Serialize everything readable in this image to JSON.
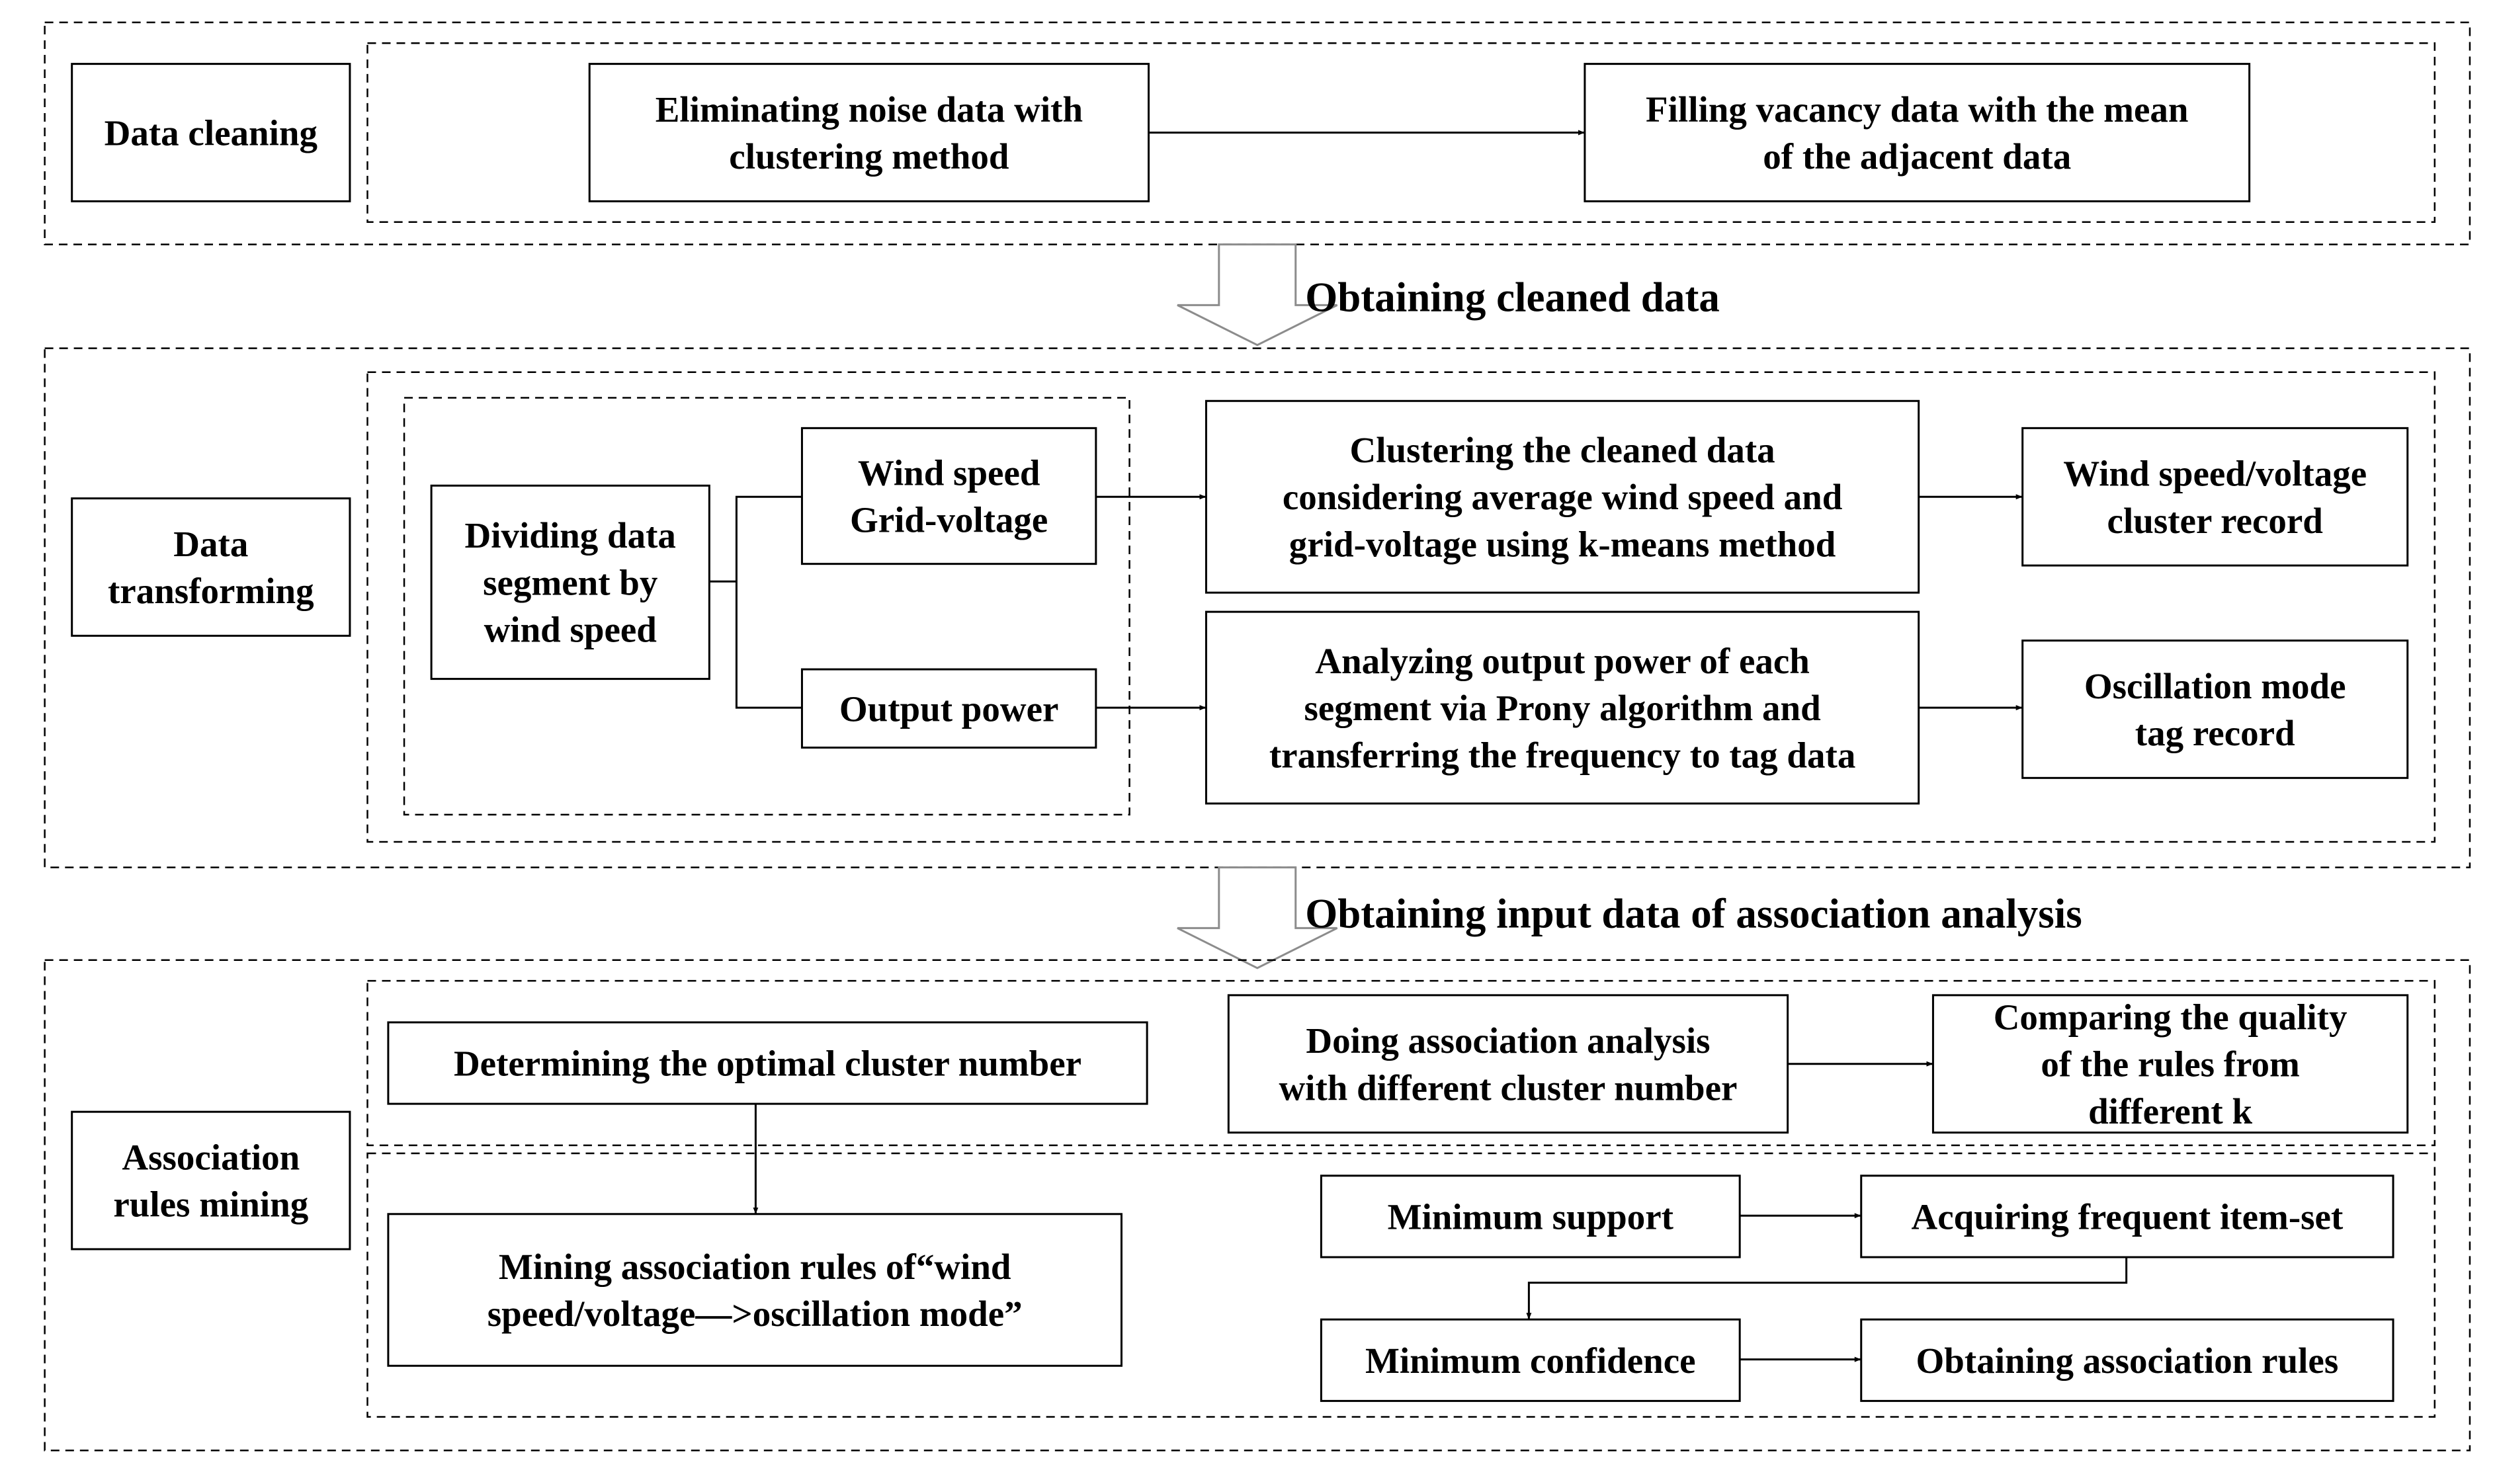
{
  "stages": {
    "cleaning": {
      "label": [
        "Data cleaning"
      ]
    },
    "transforming": {
      "label": [
        "Data",
        "transforming"
      ]
    },
    "mining": {
      "label": [
        "Association",
        "rules mining"
      ]
    }
  },
  "transitions": {
    "cleaned": "Obtaining cleaned data",
    "input": "Obtaining input data of association analysis"
  },
  "nodes": {
    "eliminate_noise": [
      "Eliminating noise data with",
      "clustering method"
    ],
    "fill_vacancy": [
      "Filling vacancy data with the mean",
      "of the adjacent data"
    ],
    "divide_segment": [
      "Dividing data",
      "segment by",
      "wind speed"
    ],
    "wind_grid": [
      "Wind speed",
      "Grid-voltage"
    ],
    "output_power": [
      "Output power"
    ],
    "clustering": [
      "Clustering the cleaned data",
      "considering average wind speed and",
      "grid-voltage using k-means method"
    ],
    "prony": [
      "Analyzing output power of each",
      "segment via Prony algorithm and",
      "transferring the frequency  to tag data"
    ],
    "cluster_record": [
      "Wind speed/voltage",
      "cluster record"
    ],
    "tag_record": [
      "Oscillation mode",
      "tag record"
    ],
    "optimal_k": [
      "Determining the optimal cluster number"
    ],
    "assoc_diff_k": [
      "Doing association analysis",
      "with different cluster number"
    ],
    "compare_quality": [
      "Comparing the quality",
      "of the rules from",
      "different k"
    ],
    "mining_rules": [
      "Mining association rules of“wind",
      "speed/voltage—>oscillation mode”"
    ],
    "min_support": [
      "Minimum support"
    ],
    "frequent_itemset": [
      "Acquiring frequent item-set"
    ],
    "min_confidence": [
      "Minimum confidence"
    ],
    "obtain_rules": [
      "Obtaining association rules"
    ]
  }
}
